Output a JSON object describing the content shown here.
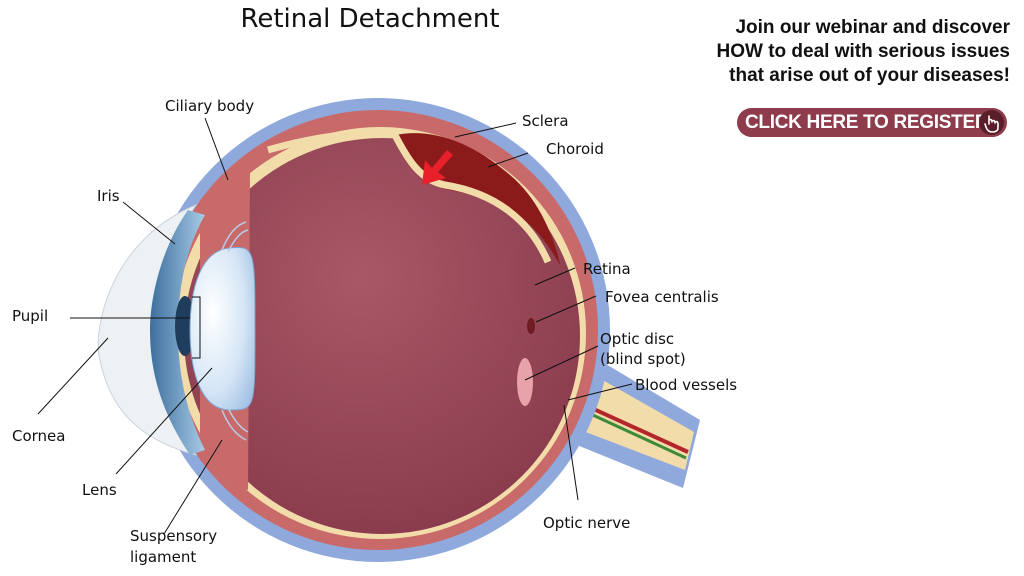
{
  "title": "Retinal Detachment",
  "promo": {
    "line1": "Join our webinar and discover",
    "line2": "HOW to deal with serious issues",
    "line3": "that arise out of your diseases!",
    "cta_label": "CLICK HERE TO REGISTER",
    "cta_icon": "pointing-hand-icon",
    "cta_color": "#8e3b4c"
  },
  "labels": {
    "ciliary_body": "Ciliary body",
    "iris": "Iris",
    "pupil": "Pupil",
    "cornea": "Cornea",
    "lens": "Lens",
    "suspensory_1": "Suspensory",
    "suspensory_2": "ligament",
    "sclera": "Sclera",
    "choroid": "Choroid",
    "retina": "Retina",
    "fovea": "Fovea centralis",
    "optic_disc_1": "Optic disc",
    "optic_disc_2": "(blind spot)",
    "blood_vessels": "Blood vessels",
    "optic_nerve": "Optic nerve"
  },
  "colors": {
    "sclera": "#8fa9dd",
    "choroid": "#c86a6a",
    "retina": "#f2dcaa",
    "vitreous": "#8f3f4a",
    "detachment": "#8b1a1a",
    "arrow": "#e8202a",
    "lens": "#cfe0f2",
    "cornea": "#eef1f4"
  }
}
